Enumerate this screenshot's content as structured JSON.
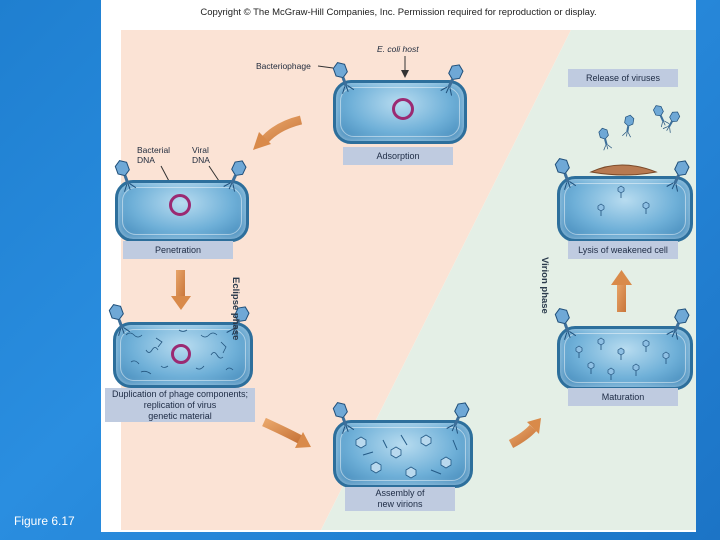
{
  "copyright": "Copyright © The McGraw-Hill Companies, Inc. Permission required for reproduction or display.",
  "figure_label": "Figure 6.17",
  "labels": {
    "ecoli_host": "E. coli host",
    "bacteriophage": "Bacteriophage",
    "bacterial_dna_1": "Bacterial",
    "bacterial_dna_2": "DNA",
    "viral_dna_1": "Viral",
    "viral_dna_2": "DNA"
  },
  "stages": {
    "adsorption": "Adsorption",
    "penetration": "Penetration",
    "duplication_1": "Duplication of phage components;",
    "duplication_2": "replication of virus",
    "duplication_3": "genetic material",
    "assembly_1": "Assembly of",
    "assembly_2": "new virions",
    "maturation": "Maturation",
    "lysis": "Lysis of weakened cell",
    "release": "Release of viruses"
  },
  "phases": {
    "eclipse": "Eclipse phase",
    "virion": "Virion phase"
  },
  "colors": {
    "slide_background": "#1f7fd0",
    "eclipse_region": "#fbe3d5",
    "virion_region": "#e4efe6",
    "cell_fill": "#6fb0d8",
    "dna_ring": "#9b2a72",
    "label_box": "#bfcbe0",
    "arrow": "#d98a4a"
  }
}
